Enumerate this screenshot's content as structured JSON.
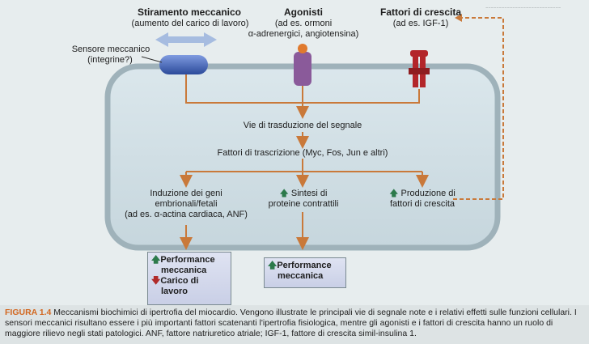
{
  "top": {
    "stretch_title": "Stiramento meccanico",
    "stretch_sub": "(aumento del carico di lavoro)",
    "agonists_title": "Agonisti",
    "agonists_sub1": "(ad es. ormoni",
    "agonists_sub2": "α-adrenergici, angiotensina)",
    "growth_title": "Fattori di crescita",
    "growth_sub": "(ad es. IGF-1)"
  },
  "sensor": {
    "line1": "Sensore meccanico",
    "line2": "(integrine?)"
  },
  "pathway": {
    "transduction": "Vie di trasduzione del segnale",
    "transcription": "Fattori di trascrizione (Myc, Fos, Jun e altri)"
  },
  "outcomes": {
    "genes_l1": "Induzione dei geni",
    "genes_l2": "embrionali/fetali",
    "genes_l3": "(ad es. α-actina cardiaca, ANF)",
    "synth_l1": "Sintesi di",
    "synth_l2": "proteine contrattili",
    "growth_l1": "Produzione di",
    "growth_l2": "fattori di crescita"
  },
  "results": {
    "left_perf_l1": "Performance",
    "left_perf_l2": "meccanica",
    "left_load_l1": "Carico di",
    "left_load_l2": "lavoro",
    "mid_perf_l1": "Performance",
    "mid_perf_l2": "meccanica"
  },
  "caption": {
    "label": "FIGURA 1.4",
    "text": "Meccanismi biochimici di ipertrofia del miocardio. Vengono illustrate le principali vie di segnale note e i relativi effetti sulle funzioni cellulari. I sensori meccanici risultano essere i più importanti fattori scatenanti l'ipertrofia fisiologica, mentre gli agonisti e i fattori di crescita hanno un ruolo di maggiore rilievo negli stati patologici. ANF, fattore natriuretico atriale; IGF-1, fattore di crescita simil-insulina 1."
  },
  "colors": {
    "cell_fill": "#d2e0e6",
    "cell_border": "#8aa1ab",
    "arrow": "#c9793a",
    "sensor": "#3a58a6",
    "agonist_receptor": "#8a5a9a",
    "growth_receptor": "#b3262a",
    "stretch_arrows": "#9fb6de"
  },
  "icons": [
    "stretch-arrows-icon",
    "mechanical-sensor-icon",
    "agonist-receptor-icon",
    "growth-factor-receptor-icon",
    "up-arrow-icon",
    "down-arrow-icon"
  ]
}
